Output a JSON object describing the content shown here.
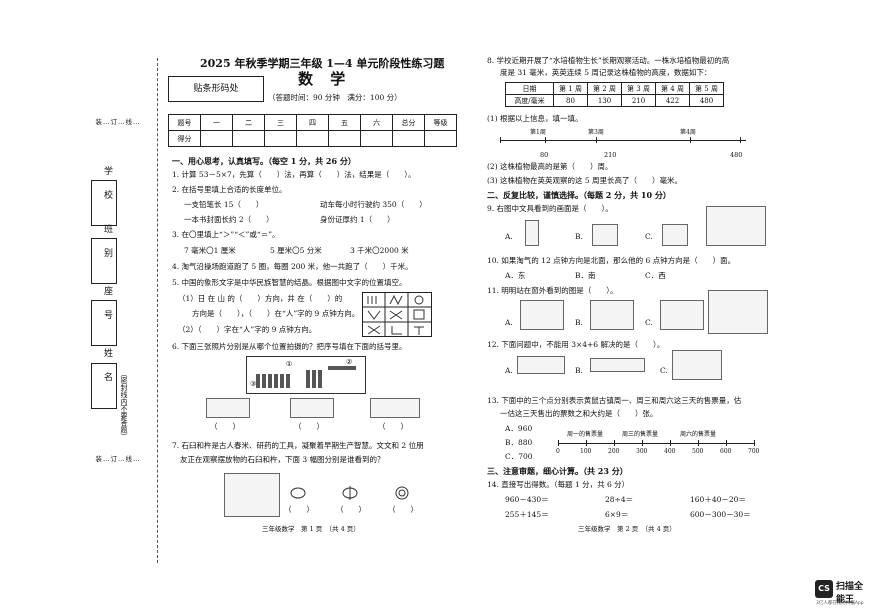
{
  "strip": {
    "cut_top": "装…订…线…",
    "cut_bottom": "装…订…线…",
    "fields": [
      "学 校",
      "班 别",
      "座 号",
      "姓 名"
    ],
    "note": "（密封线内不要答题）"
  },
  "header": {
    "title": "2025 年秋季学期三年级 1—4 单元阶段性练习题",
    "subject": "数 学",
    "barcode": "贴条形码处",
    "time": "（答题时间：90 分钟　满分：100 分）"
  },
  "score_table": {
    "row1": [
      "题号",
      "一",
      "二",
      "三",
      "四",
      "五",
      "六",
      "总分",
      "等级"
    ],
    "row2": [
      "得分",
      "",
      "",
      "",
      "",
      "",
      "",
      "",
      ""
    ]
  },
  "left": {
    "s1": "一、用心思考，认真填写。（每空 1 分，共 26 分）",
    "q1": "1. 计算 53－5×7，先算（　　）法，再算（　　）法，结果是（　　）。",
    "q2": "2. 在括号里填上合适的长度单位。",
    "q2a": "一支铅笔长 15（　　）",
    "q2b": "动车每小时行驶约 350（　　）",
    "q2c": "一本书封面长约 2（　　）",
    "q2d": "身份证厚约 1（　　）",
    "q3": "3. 在〇里填上“＞”“＜”或“＝”。",
    "q3a": "7 毫米〇1 厘米",
    "q3b": "5 厘米〇5 分米",
    "q3c": "3 千米〇2000 米",
    "q4": "4. 淘气沿操场跑道跑了 5 圈，每圈 200 米，他一共跑了（　　）千米。",
    "q5": "5. 中国的象形文字是中华民族智慧的结晶。根据图中文字的位置填空。",
    "q5a": "（1）日 在 山 的（　　）方向，井 在（　　）的",
    "q5b": "方向是（　　），（　　）在“人”字的 9 点钟方向。",
    "q5c": "（2）（　　）字在“人”字的 9 点钟方向。",
    "q6": "6. 下面三张照片分别是从哪个位置拍摄的？把序号填在下面的括号里。",
    "q6_marks": [
      "①",
      "②",
      "③"
    ],
    "q6_blanks": [
      "（　　）",
      "（　　）",
      "（　　）"
    ],
    "q7": "7. 石臼和杵是古人春米、研药的工具，凝聚着早期生产智慧。文文和 2 位朋",
    "q7b": "友正在观察摆放物的石臼和杵，下面 3 幅图分别是谁看到的？",
    "q7_blanks": [
      "（　　）",
      "（　　）",
      "（　　）"
    ],
    "footer": "三年级数学　第 1 页　（共 4 页）"
  },
  "right": {
    "q8": "8. 学校近期开展了“水培植物生长”长期观察活动。一株水培植物最初的高",
    "q8b": "度是 31 毫米，英英连续 5 周记录这株植物的高度，数据如下：",
    "plant_header": [
      "日期",
      "第 1 周",
      "第 2 周",
      "第 3 周",
      "第 4 周",
      "第 5 周"
    ],
    "plant_row": [
      "高度/毫米",
      "80",
      "130",
      "210",
      "422",
      "480"
    ],
    "q8_1": "(1) 根据以上信息，填一填。",
    "axis_labels": [
      "第1周",
      "第3周",
      "第4周"
    ],
    "axis_values": [
      "80",
      "210",
      "480"
    ],
    "q8_2": "(2) 这株植物最高的是第（　　）周。",
    "q8_3": "(3) 这株植物在英英观察的这 5 周里长高了（　　）毫米。",
    "s2": "二、反复比较，谨慎选择。（每题 2 分，共 10 分）",
    "q9": "9. 右图中文具看到的画面是（　　）。",
    "opts": [
      "A.",
      "B.",
      "C."
    ],
    "q10": "10. 如果淘气的 12 点钟方向是北面，那么他的 6 点钟方向是（　　）面。",
    "q10opts": [
      "A．东",
      "B．南",
      "C．西"
    ],
    "q11": "11. 明明站在窗外看到的图是（　　）。",
    "q12": "12. 下面问题中，不能用 3×4+6 解决的是（　　）。",
    "q13": "13. 下面中的三个点分别表示黄鼠古镇周一、周三和周六这三天的售票量，估",
    "q13b": "一估这三天售出的票数之和大约是（　　）张。",
    "q13opts": [
      "A．960",
      "B．880",
      "C．700"
    ],
    "q13ticks": [
      "0",
      "100",
      "200",
      "300",
      "400",
      "500",
      "600",
      "700"
    ],
    "q13marks": [
      "周一的售票量",
      "周三的售票量",
      "周六的售票量"
    ],
    "s3": "三、注意审题，细心计算。（共 23 分）",
    "q14": "14. 直接写出得数。（每题 1 分，共 6 分）",
    "calc": [
      "960－430＝",
      "28÷4＝",
      "160＋40－20＝",
      "255＋145＝",
      "6×9＝",
      "600－300－30＝"
    ],
    "footer": "三年级数学　第 2 页　（共 4 页）"
  },
  "watermark": {
    "logo": "CS",
    "name": "扫描全能王",
    "sub": "3亿人都在用的扫描App"
  }
}
